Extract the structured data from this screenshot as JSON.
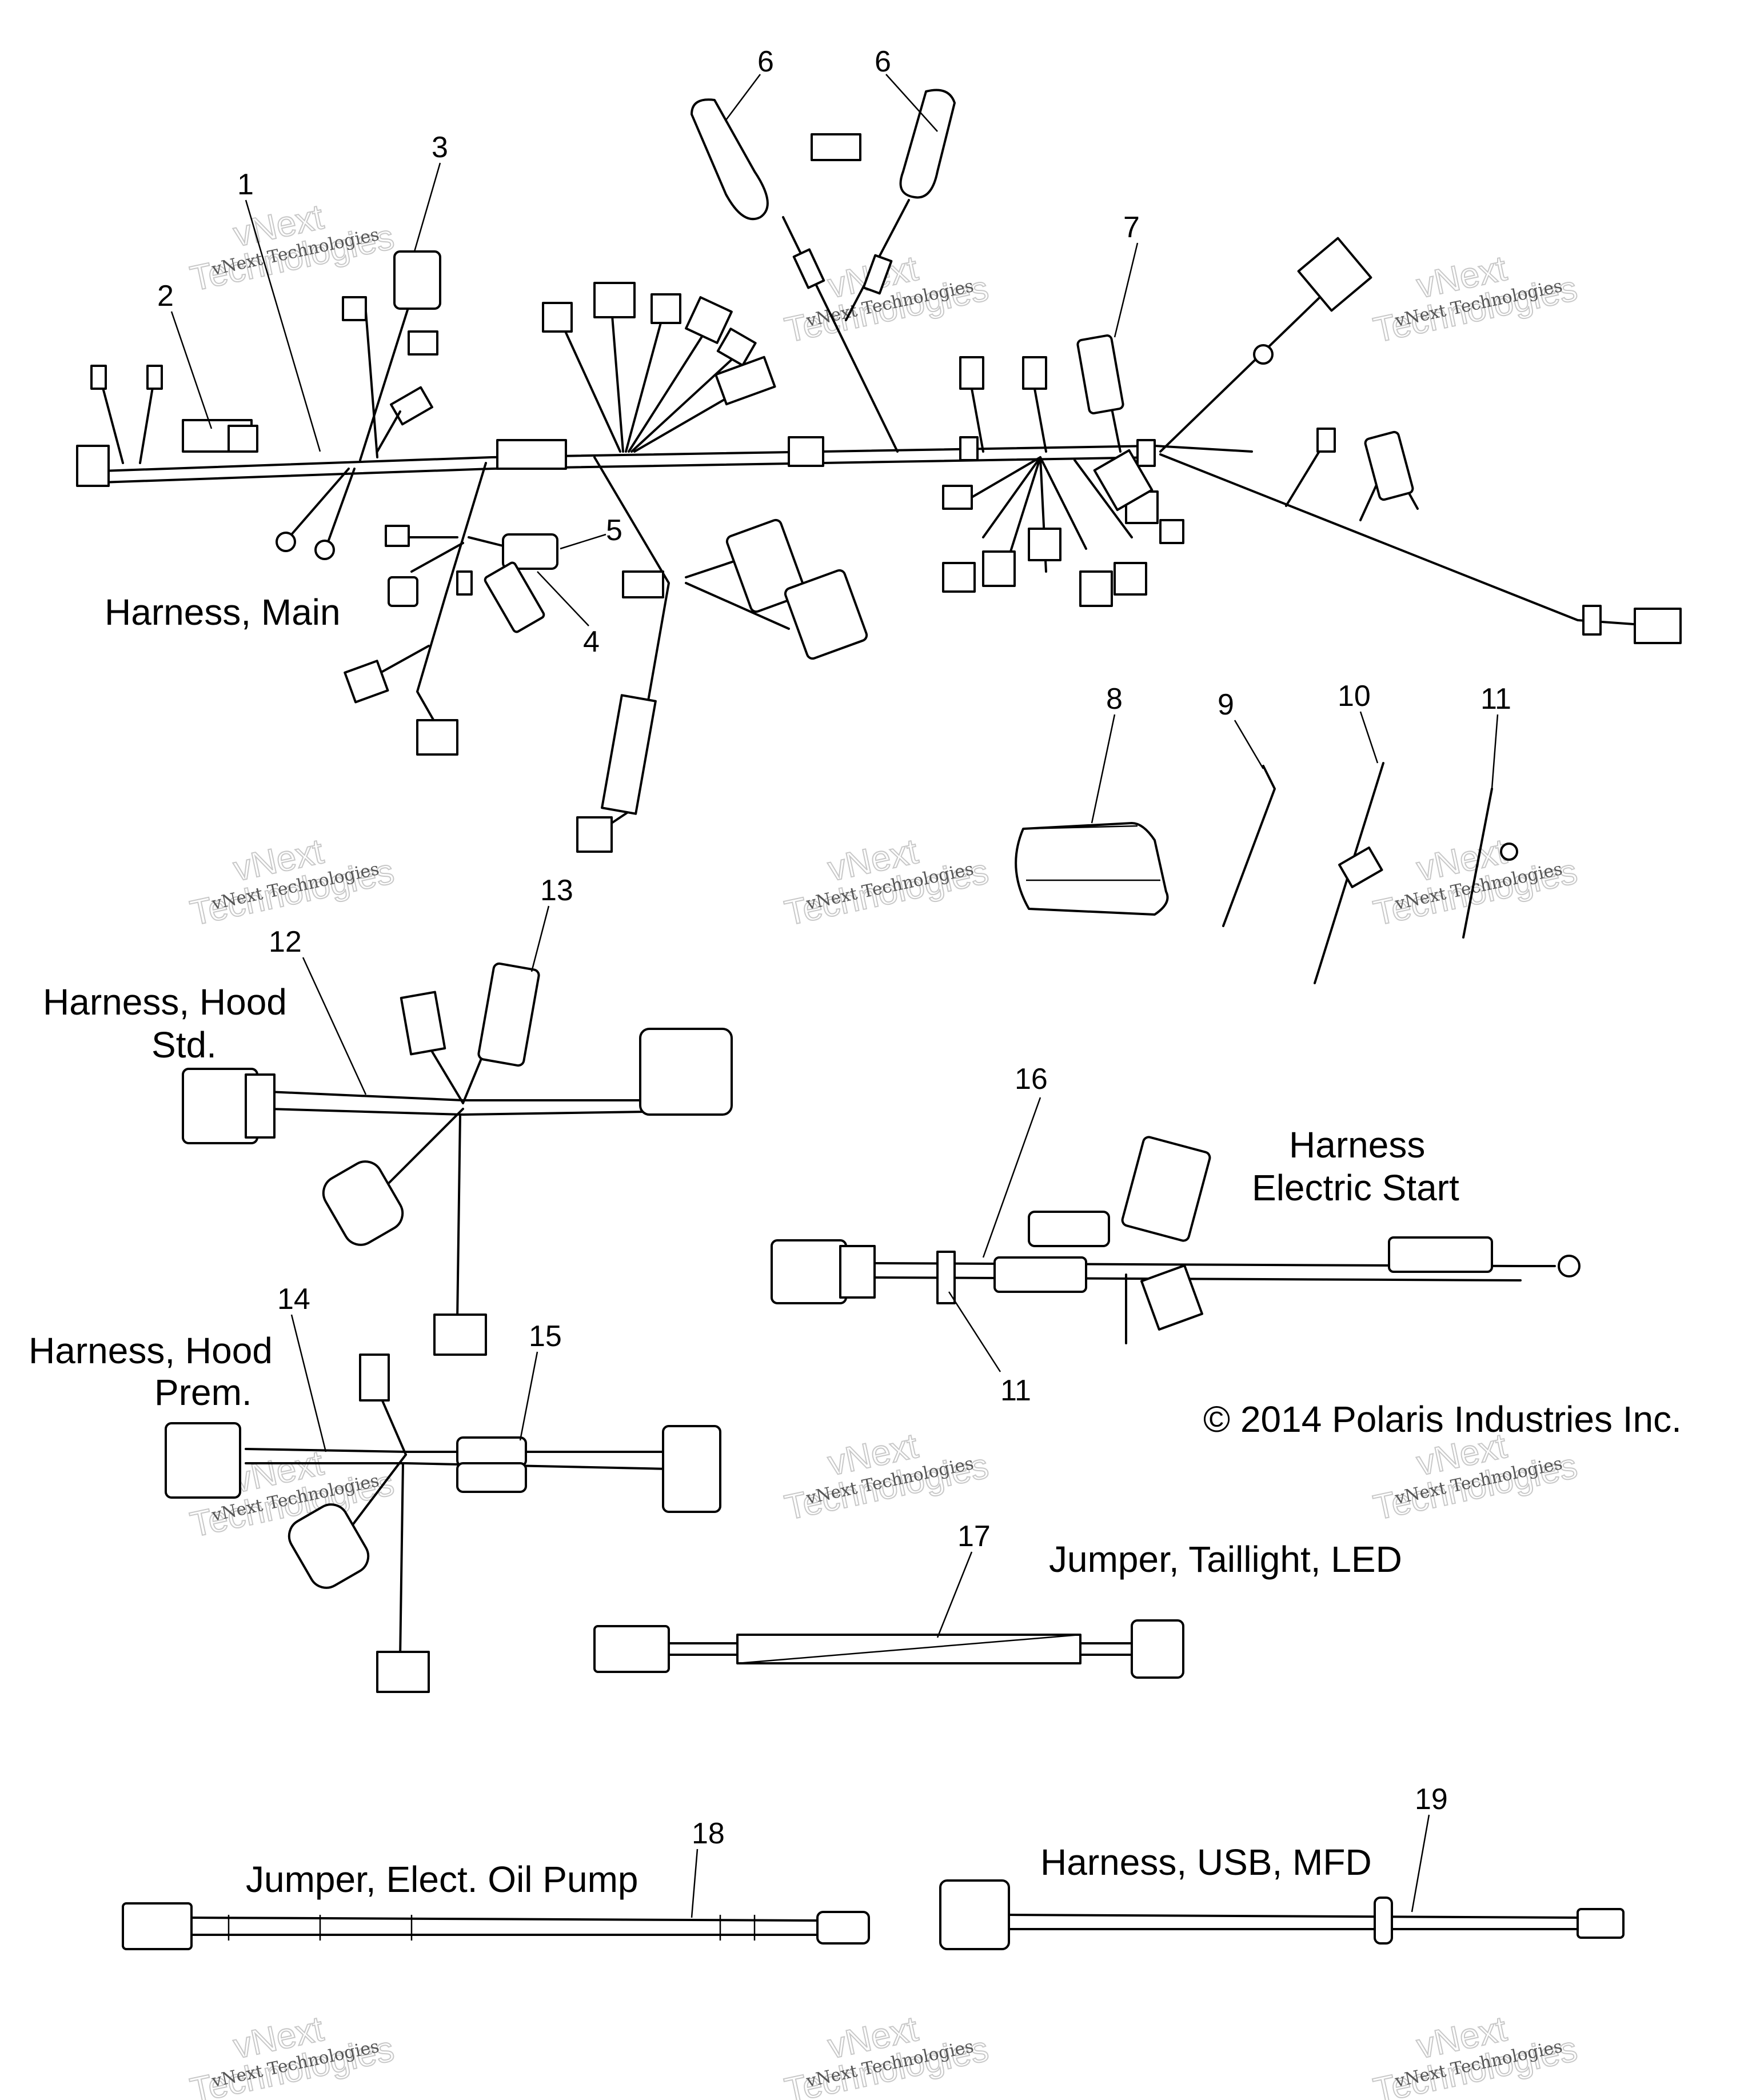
{
  "callouts": {
    "n1": "1",
    "n2": "2",
    "n3": "3",
    "n4": "4",
    "n5": "5",
    "n6a": "6",
    "n6b": "6",
    "n7": "7",
    "n8": "8",
    "n9": "9",
    "n10": "10",
    "n11a": "11",
    "n11b": "11",
    "n12": "12",
    "n13": "13",
    "n14": "14",
    "n15": "15",
    "n16": "16",
    "n17": "17",
    "n18": "18",
    "n19": "19"
  },
  "captions": {
    "main": "Harness, Main",
    "hood_std_1": "Harness, Hood",
    "hood_std_2": "Std.",
    "elec_start_1": "Harness",
    "elec_start_2": "Electric Start",
    "hood_prem_1": "Harness, Hood",
    "hood_prem_2": "Prem.",
    "taillight": "Jumper, Taillight, LED",
    "oil_pump": "Jumper, Elect. Oil Pump",
    "usb": "Harness, USB, MFD"
  },
  "copyright": "© 2014 Polaris Industries Inc.",
  "watermark": {
    "line1": "vNext",
    "line2": "Technologies",
    "line3": "vNext Technologies"
  }
}
